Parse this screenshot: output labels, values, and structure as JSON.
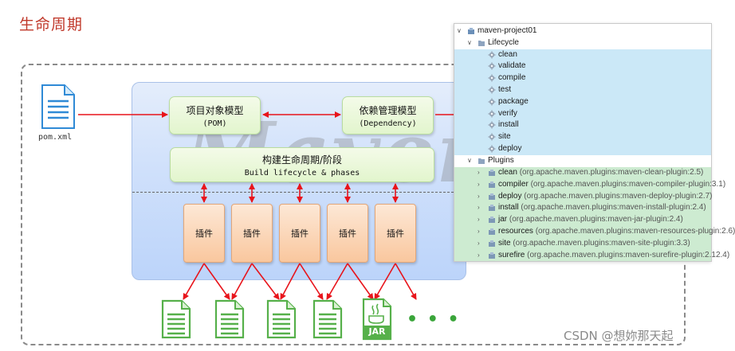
{
  "title": "生命周期",
  "diagram": {
    "pom_file_label": "pom.xml",
    "pom_box": {
      "line1": "项目对象模型",
      "line2": "(POM)"
    },
    "dependency_box": {
      "line1": "依赖管理模型",
      "line2": "(Dependency)"
    },
    "lifecycle_box": {
      "line1": "构建生命周期/阶段",
      "line2": "Build lifecycle & phases"
    },
    "watermark": "Maven",
    "plugins": [
      "插件",
      "插件",
      "插件",
      "插件",
      "插件"
    ],
    "jar_label": "JAR",
    "ellipsis": "• • •",
    "colors": {
      "arrow": "#e8141b",
      "doc": "#56b04a",
      "title": "#c0392b"
    }
  },
  "tree": {
    "project": "maven-project01",
    "lifecycle_label": "Lifecycle",
    "phases": [
      "clean",
      "validate",
      "compile",
      "test",
      "package",
      "verify",
      "install",
      "site",
      "deploy"
    ],
    "plugins_label": "Plugins",
    "plugins": [
      {
        "name": "clean",
        "detail": "(org.apache.maven.plugins:maven-clean-plugin:2.5)"
      },
      {
        "name": "compiler",
        "detail": "(org.apache.maven.plugins:maven-compiler-plugin:3.1)"
      },
      {
        "name": "deploy",
        "detail": "(org.apache.maven.plugins:maven-deploy-plugin:2.7)"
      },
      {
        "name": "install",
        "detail": "(org.apache.maven.plugins:maven-install-plugin:2.4)"
      },
      {
        "name": "jar",
        "detail": "(org.apache.maven.plugins:maven-jar-plugin:2.4)"
      },
      {
        "name": "resources",
        "detail": "(org.apache.maven.plugins:maven-resources-plugin:2.6)"
      },
      {
        "name": "site",
        "detail": "(org.apache.maven.plugins:maven-site-plugin:3.3)"
      },
      {
        "name": "surefire",
        "detail": "(org.apache.maven.plugins:maven-surefire-plugin:2.12.4)"
      }
    ],
    "icons": {
      "phase": "gear-icon",
      "folder": "folder-icon",
      "plugin": "plugin-icon",
      "project": "maven-project-icon"
    }
  },
  "footer": {
    "watermark": "CSDN @想妳那天起"
  }
}
